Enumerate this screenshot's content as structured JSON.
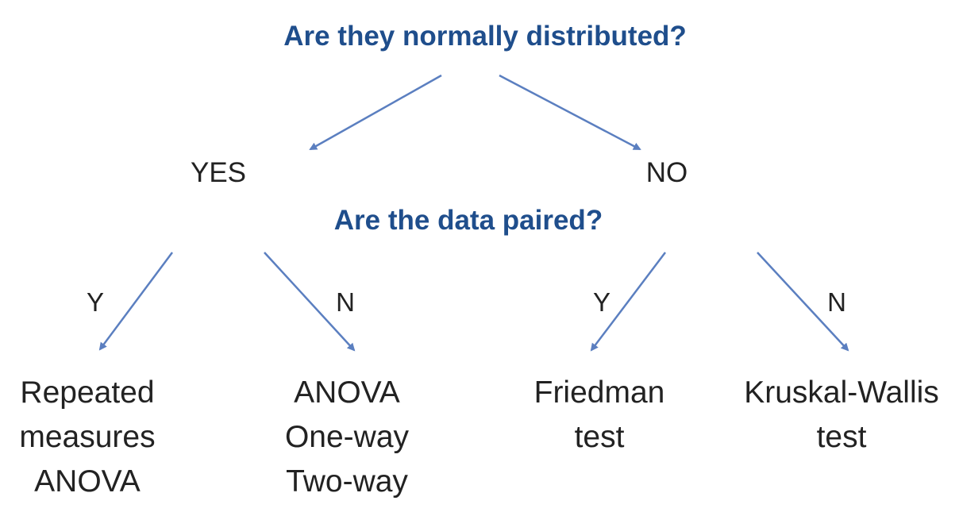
{
  "colors": {
    "question": "#1f4e8c",
    "arrow": "#5b7fc0",
    "text": "#222222",
    "background": "#ffffff"
  },
  "questions": {
    "top": "Are they normally distributed?",
    "second": "Are the data paired?"
  },
  "branches": {
    "yes": "YES",
    "no": "NO"
  },
  "edge_labels": {
    "yes_paired": "Y",
    "yes_unpaired": "N",
    "no_paired": "Y",
    "no_unpaired": "N"
  },
  "leaves": {
    "repeated_measures": [
      "Repeated",
      "measures",
      "ANOVA"
    ],
    "anova": [
      "ANOVA",
      "One-way",
      "Two-way"
    ],
    "friedman": [
      "Friedman",
      "test"
    ],
    "kruskal": [
      "Kruskal-Wallis",
      "test"
    ]
  }
}
